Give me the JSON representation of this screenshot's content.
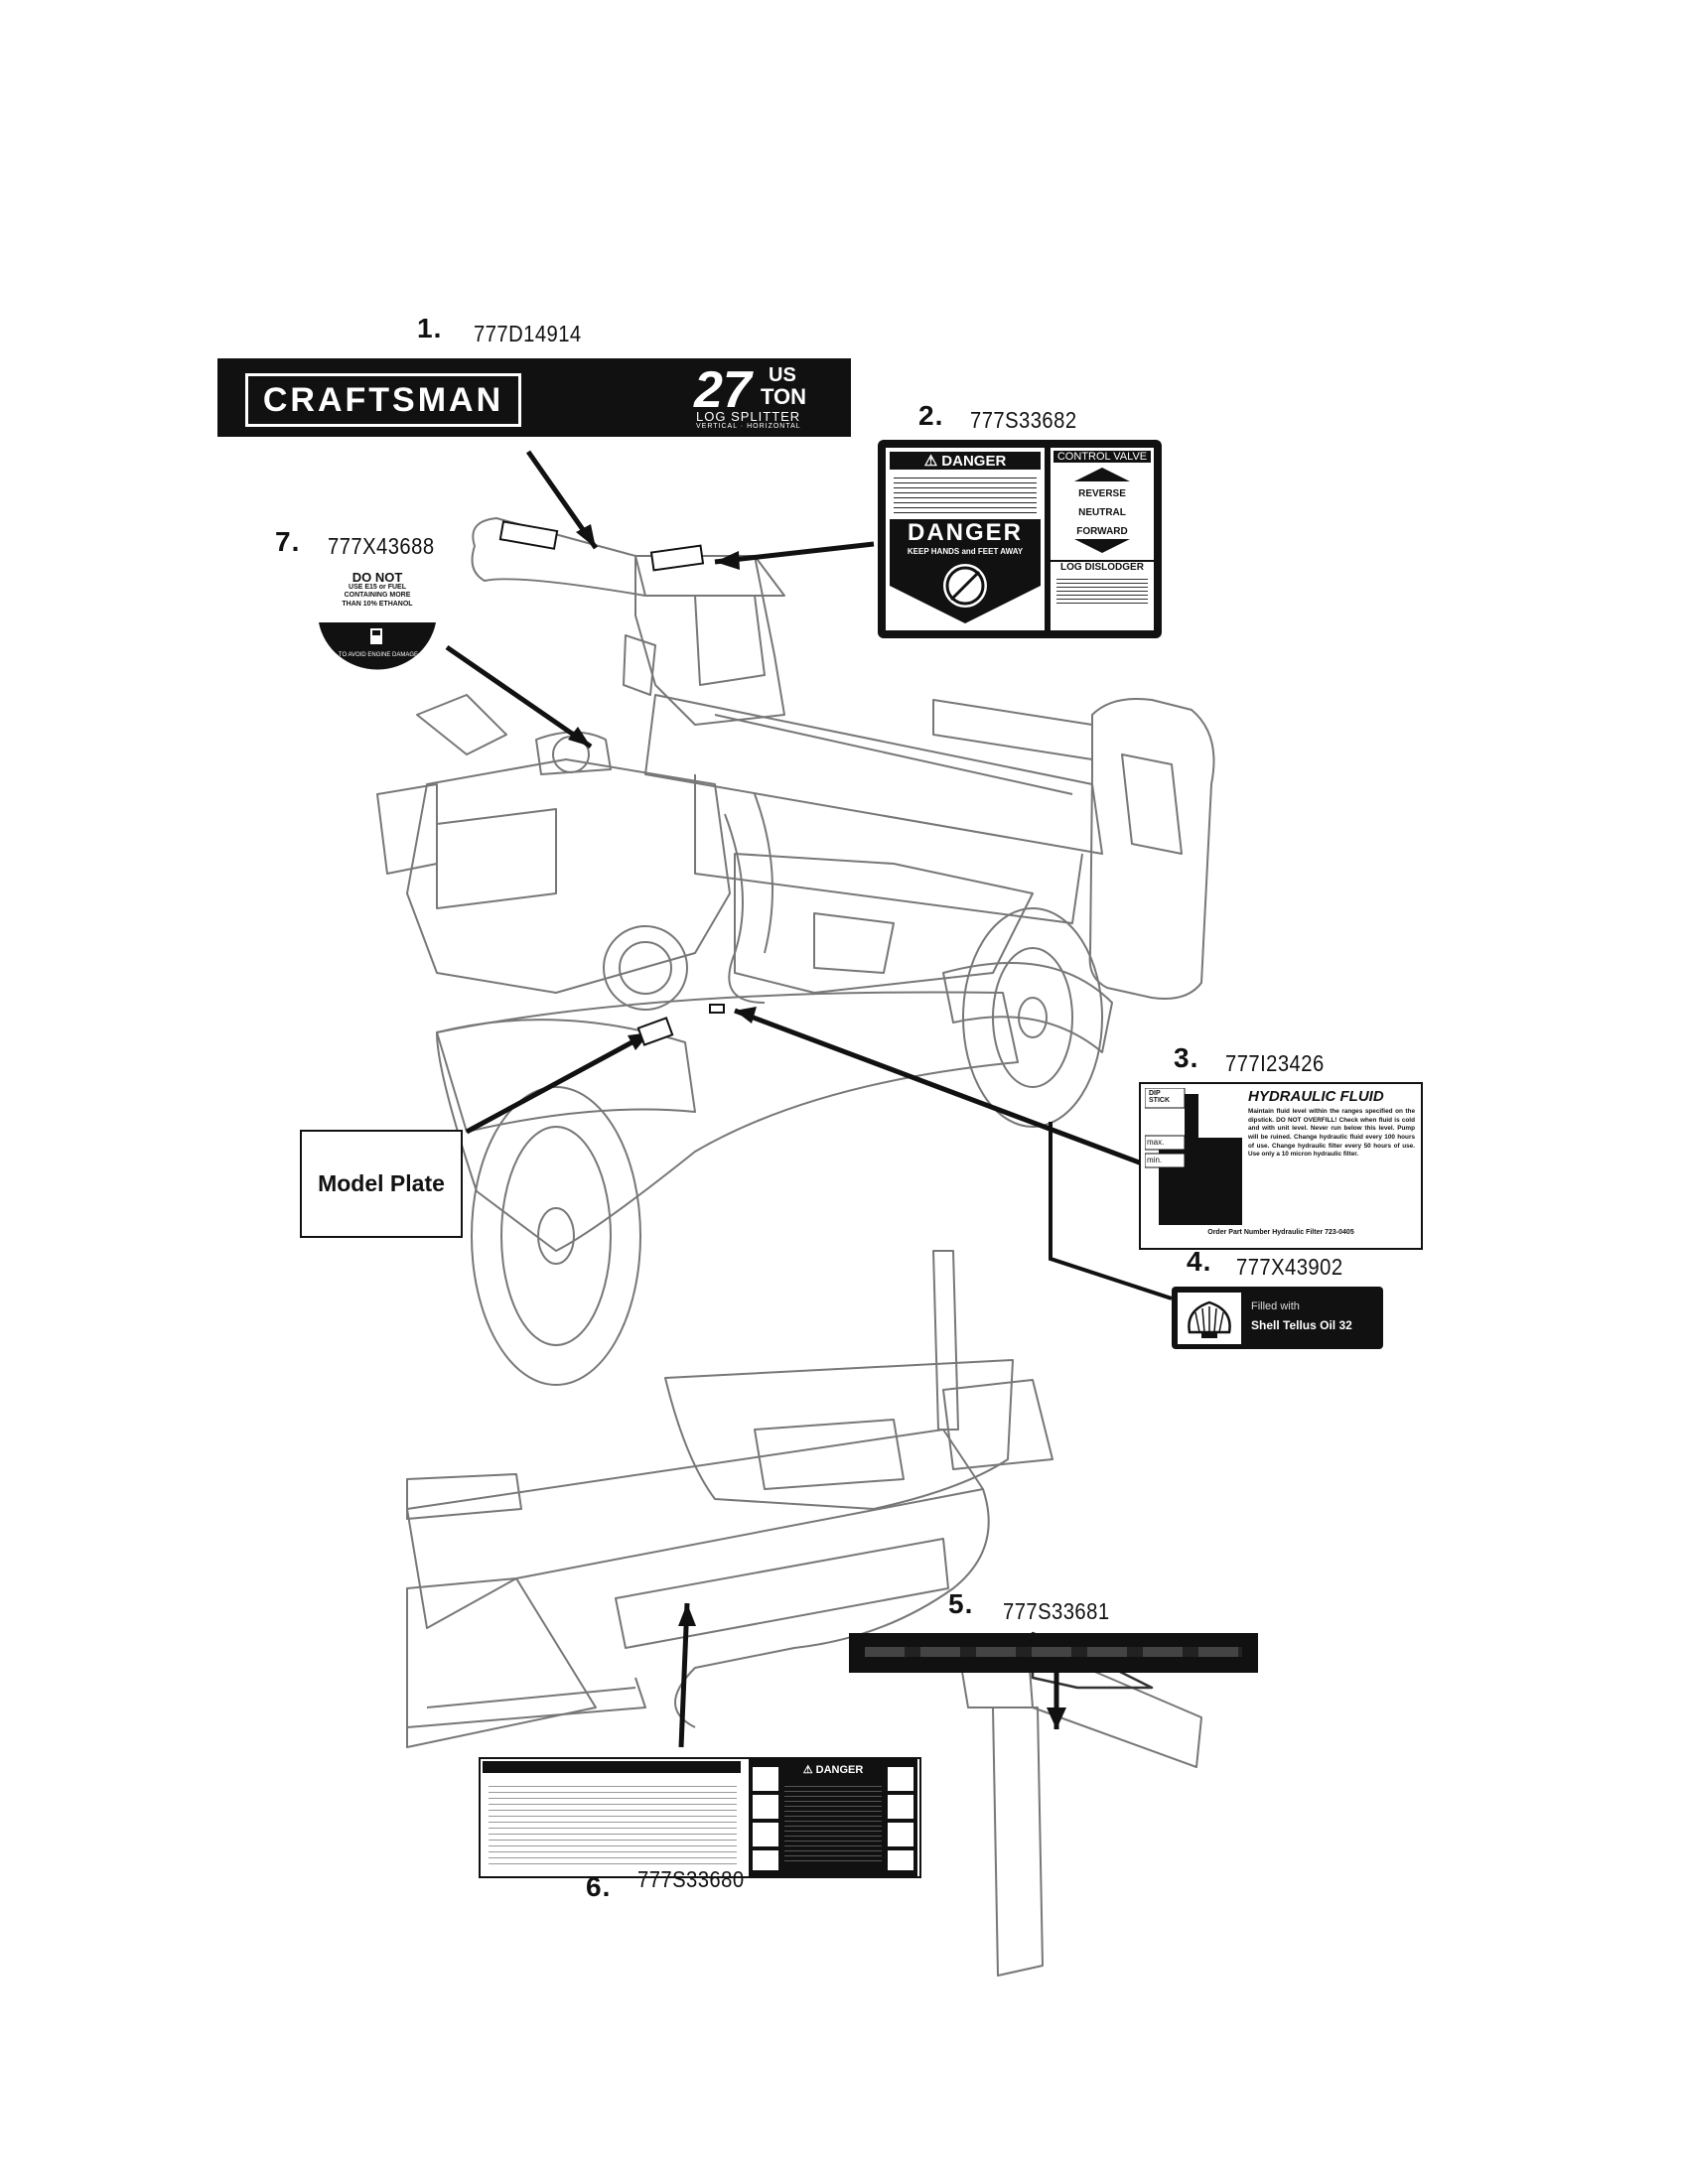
{
  "labels": [
    {
      "num": "1.",
      "part": "777D14914"
    },
    {
      "num": "2.",
      "part": "777S33682"
    },
    {
      "num": "3.",
      "part": "777I23426"
    },
    {
      "num": "4.",
      "part": "777X43902"
    },
    {
      "num": "5.",
      "part": "777S33681"
    },
    {
      "num": "6.",
      "part": "777S33680"
    },
    {
      "num": "7.",
      "part": "777X43688"
    }
  ],
  "model_plate": "Model Plate",
  "decal1": {
    "brand": "CRAFTSMAN",
    "big": "27",
    "us": "US",
    "ton": "TON",
    "sub": "LOG SPLITTER",
    "sub2": "VERTICAL · HORIZONTAL"
  },
  "decal2": {
    "danger_head": "⚠ DANGER",
    "danger_big": "DANGER",
    "keep": "KEEP HANDS and FEET AWAY",
    "cv": "CONTROL VALVE",
    "rev": "REVERSE",
    "neu": "NEUTRAL",
    "fwd": "FORWARD",
    "dislodger": "LOG DISLODGER"
  },
  "decal3": {
    "title": "HYDRAULIC FLUID",
    "dip": "DIP STICK",
    "max": "max.",
    "min": "min.",
    "body": "Maintain fluid level within the ranges specified on the dipstick. DO NOT OVERFILL! Check when fluid is cold and with unit level. Never run below this level. Pump will be ruined. Change hydraulic fluid every 100 hours of use. Change hydraulic filter every 50 hours of use. Use only a 10 micron hydraulic filter.",
    "order": "Order Part Number Hydraulic Filter 723-0405"
  },
  "decal4": {
    "line1": "Filled with",
    "line2": "Shell Tellus Oil 32"
  },
  "decal6": {
    "danger": "⚠ DANGER"
  },
  "decal7": {
    "line1": "DO NOT",
    "line2": "USE E15 or FUEL",
    "line3": "CONTAINING MORE",
    "line4": "THAN 10% ETHANOL",
    "arc": "TO AVOID ENGINE DAMAGE"
  }
}
